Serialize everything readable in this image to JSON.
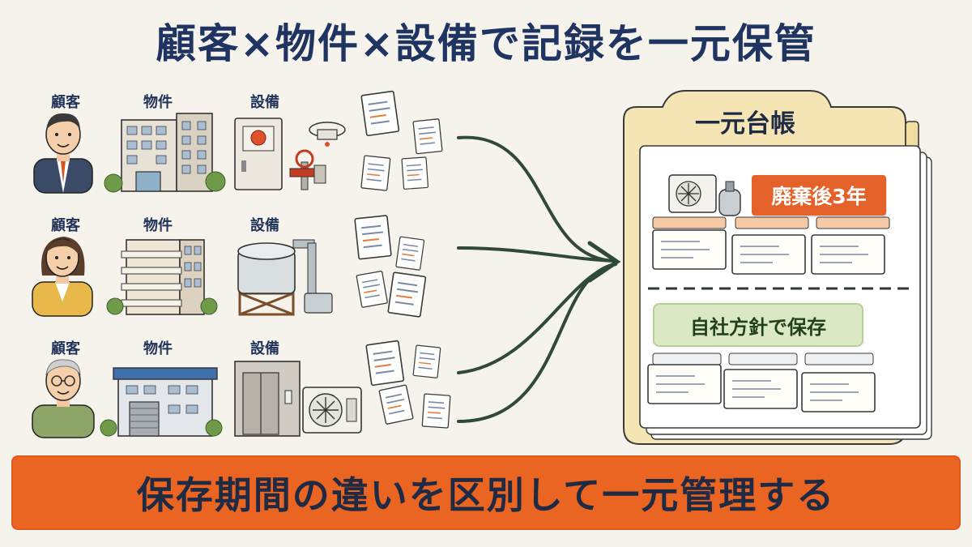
{
  "header": {
    "title": "顧客×物件×設備で記録を一元保管"
  },
  "rows": [
    {
      "customer_label": "顧客",
      "property_label": "物件",
      "equipment_label": "設備"
    },
    {
      "customer_label": "顧客",
      "property_label": "物件",
      "equipment_label": "設備"
    },
    {
      "customer_label": "顧客",
      "property_label": "物件",
      "equipment_label": "設備"
    }
  ],
  "ledger": {
    "title": "一元台帳",
    "section_top_label": "廃棄後3年",
    "section_bottom_label": "自社方針で保存"
  },
  "colors": {
    "accent_orange": "#ea6422",
    "badge_red": "#e4622a",
    "badge_green": "#dbe8c4",
    "arrow_green": "#2f4a36",
    "navy_text": "#1f3461"
  },
  "footer": {
    "banner_text": "保存期間の違いを区別して一元管理する"
  }
}
